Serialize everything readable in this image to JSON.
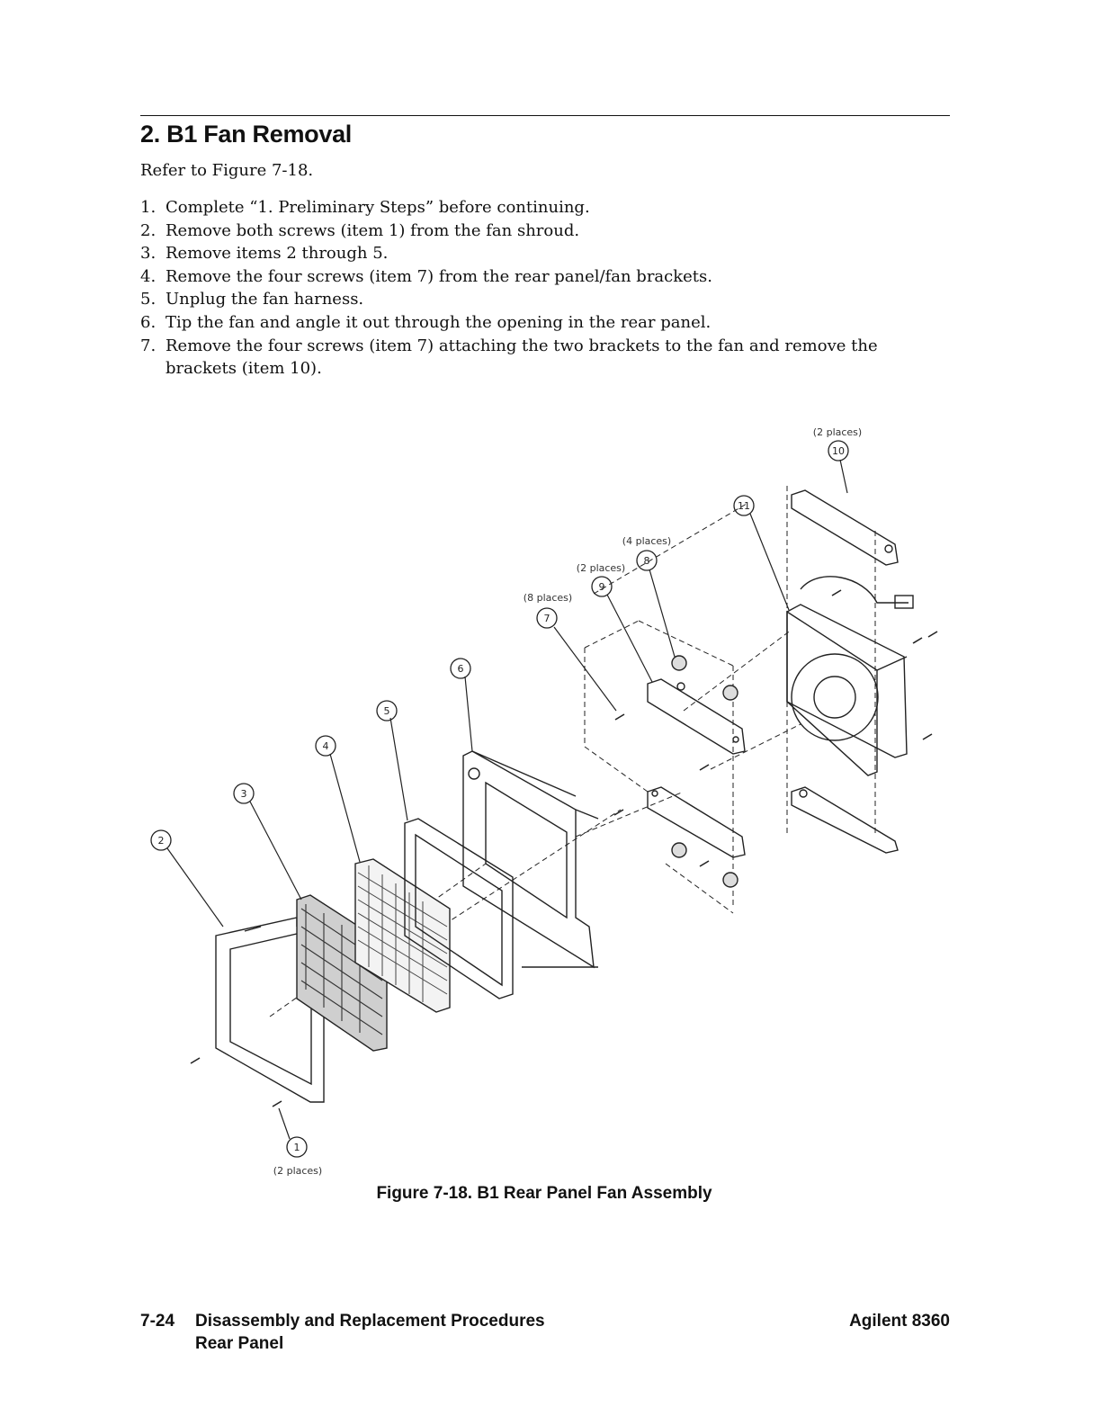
{
  "section": {
    "title": "2. B1 Fan Removal"
  },
  "intro": "Refer to Figure 7-18.",
  "steps": [
    {
      "num": "1.",
      "text": "Complete “1. Preliminary Steps” before continuing."
    },
    {
      "num": "2.",
      "text": "Remove both screws (item 1) from the fan shroud."
    },
    {
      "num": "3.",
      "text": "Remove items 2 through 5."
    },
    {
      "num": "4.",
      "text": "Remove the four screws (item 7) from the rear panel/fan brackets."
    },
    {
      "num": "5.",
      "text": "Unplug the fan harness."
    },
    {
      "num": "6.",
      "text": "Tip the fan and angle it out through the opening in the rear panel."
    },
    {
      "num": "7.",
      "text": "Remove the four screws (item 7) attaching the two brackets to the fan and remove the brackets (item 10)."
    }
  ],
  "figure": {
    "callouts": [
      "1",
      "2",
      "3",
      "4",
      "5",
      "6",
      "7",
      "8",
      "9",
      "10",
      "11"
    ],
    "notes": {
      "item1": "(2 places)",
      "item7": "(8 places)",
      "item8": "(4 places)",
      "item9": "(2 places)",
      "item10": "(2 places)"
    },
    "caption": "Figure 7-18. B1 Rear Panel Fan Assembly"
  },
  "footer": {
    "page": "7-24",
    "section": "Disassembly and Replacement Procedures",
    "subsection": "Rear Panel",
    "product": "Agilent 8360"
  }
}
